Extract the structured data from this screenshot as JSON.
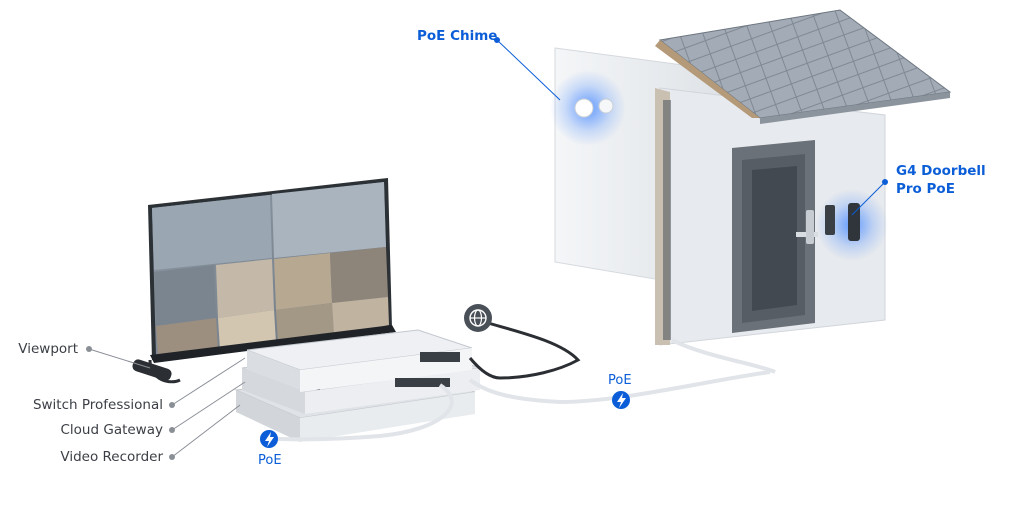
{
  "labels": {
    "poe_chime": "PoE Chime",
    "g4_doorbell_line1": "G4 Doorbell",
    "g4_doorbell_line2": "Pro PoE",
    "viewport": "Viewport",
    "switch_professional": "Switch Professional",
    "cloud_gateway": "Cloud Gateway",
    "video_recorder": "Video Recorder",
    "poe_left": "PoE",
    "poe_right": "PoE"
  },
  "colors": {
    "accent": "#0b5ed7",
    "leader_gray": "#8a8f96",
    "glow": "#4d8dff",
    "device_body": "#e3e6ea",
    "wall": "#eef0f3",
    "roof": "#9aa3ad"
  },
  "icons": {
    "globe": "globe-icon",
    "poe_bolt": "lightning-bolt-icon"
  }
}
